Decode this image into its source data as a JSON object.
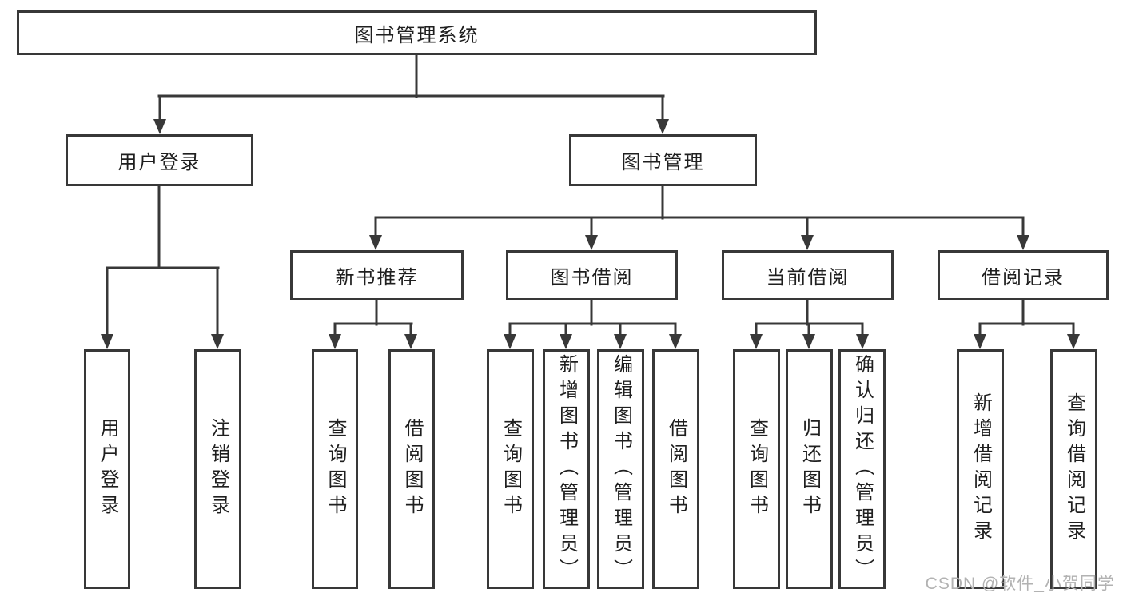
{
  "diagram_type": "hierarchy-tree",
  "colors": {
    "line": "#383838",
    "box_border": "#383838",
    "text": "#1f1f1f",
    "watermark": "#b2b2b2",
    "background": "#ffffff"
  },
  "watermark": "CSDN @软件_小贺同学",
  "tree": {
    "root": {
      "label": "图书管理系统",
      "children": [
        {
          "label": "用户登录",
          "children": [
            {
              "label": "用户登录"
            },
            {
              "label": "注销登录"
            }
          ]
        },
        {
          "label": "图书管理",
          "children": [
            {
              "label": "新书推荐",
              "children": [
                {
                  "label": "查询图书"
                },
                {
                  "label": "借阅图书"
                }
              ]
            },
            {
              "label": "图书借阅",
              "children": [
                {
                  "label": "查询图书"
                },
                {
                  "label": "新增图书（管理员）"
                },
                {
                  "label": "编辑图书（管理员）"
                },
                {
                  "label": "借阅图书"
                }
              ]
            },
            {
              "label": "当前借阅",
              "children": [
                {
                  "label": "查询图书"
                },
                {
                  "label": "归还图书"
                },
                {
                  "label": "确认归还（管理员）"
                }
              ]
            },
            {
              "label": "借阅记录",
              "children": [
                {
                  "label": "新增借阅记录"
                },
                {
                  "label": "查询借阅记录"
                }
              ]
            }
          ]
        }
      ]
    }
  }
}
